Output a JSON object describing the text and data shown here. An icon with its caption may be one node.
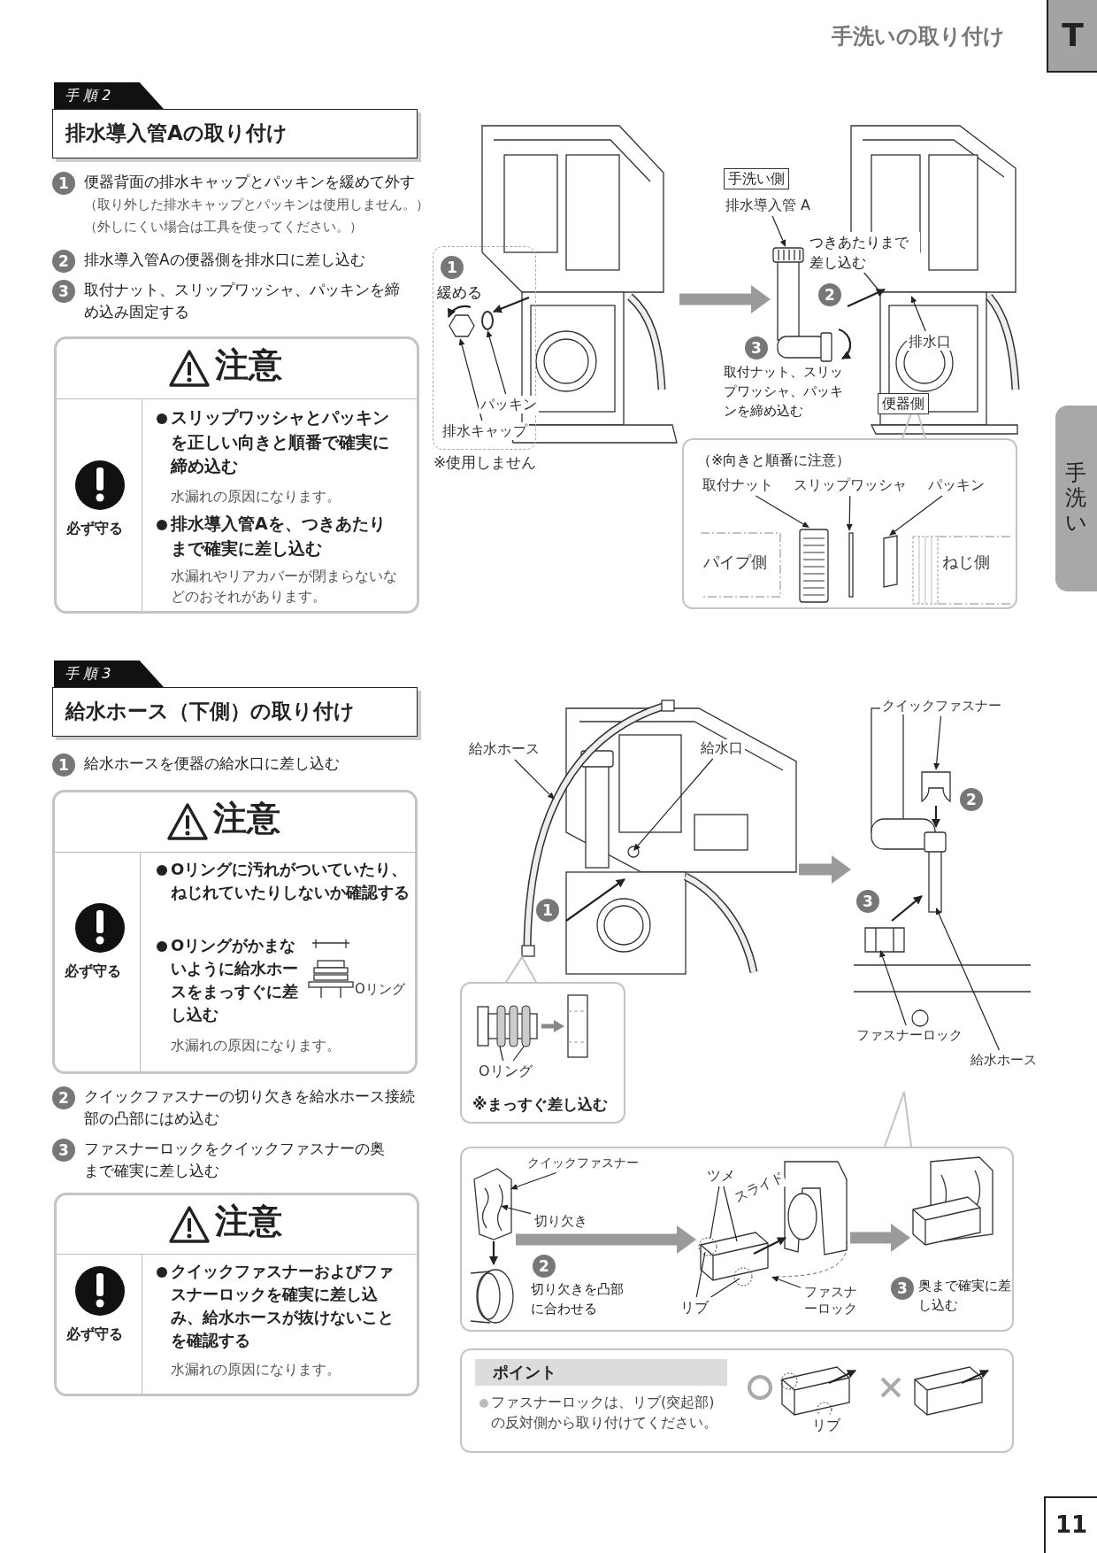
{
  "diagram": {
    "nodes": [
      {
        "text": [
          "T"
        ]
      },
      {
        "text": [
          "手洗い"
        ]
      },
      {
        "text": [
          "手 順 2"
        ]
      },
      {
        "text": [
          "排水導入管Aの取り付け"
        ]
      },
      {
        "text": [
          "1"
        ],
        "beside": [
          "便器背面の排水キャップとパッキンを緩めて外す",
          "（取り外した排水キャップとパッキンは使用しません。）",
          "（外しにくい場合は工具を使ってください。）"
        ]
      },
      {
        "text": [
          "2"
        ],
        "beside": [
          "排水導入管Aの便器側を排水口に差し込む"
        ]
      },
      {
        "text": [
          "3"
        ],
        "beside": [
          "取付ナット、スリップワッシャ、パッキンを締め込み固定する"
        ]
      },
      {
        "text": [
          "注意",
          "必ず守る",
          "スリップワッシャとパッキンを正しい向きと順番で確実に締め込む",
          "水漏れの原因になります。",
          "排水導入管Aを、つきあたりまで確実に差し込む",
          "水漏れやリアカバーが閉まらないなどのおそれがあります。"
        ]
      },
      {
        "text": [],
        "shape": "picture"
      },
      {
        "text": [],
        "shape": "box"
      },
      {
        "text": [
          "1"
        ],
        "beside": [
          "緩める"
        ],
        "in": 9
      },
      {
        "text": [
          "パッキン"
        ],
        "in": 9
      },
      {
        "text": [
          "排水キャップ"
        ],
        "in": 9
      },
      {
        "text": [],
        "shape": "picture"
      },
      {
        "text": [
          "手洗い側"
        ]
      },
      {
        "text": [
          "排水導入管 A"
        ]
      },
      {
        "text": [
          "2"
        ],
        "in": 13
      },
      {
        "text": [
          "排水口"
        ],
        "in": 13
      },
      {
        "text": [
          "3"
        ],
        "beside": [
          "取付ナット、スリップワッシャ、パッキンを締め込む"
        ]
      },
      {
        "text": [
          "便器側"
        ],
        "in": 13
      },
      {
        "text": [
          "（※向きと順番に注意）"
        ]
      },
      {
        "text": [
          "取付ナット"
        ],
        "in": 20
      },
      {
        "text": [
          "スリップワッシャ"
        ],
        "in": 20
      },
      {
        "text": [
          "パッキン"
        ],
        "in": 20
      },
      {
        "text": [
          "手 順 3"
        ]
      },
      {
        "text": [
          "給水ホース（下側）の取り付け"
        ]
      },
      {
        "text": [
          "1"
        ],
        "beside": [
          "給水ホースを便器の給水口に差し込む"
        ]
      },
      {
        "text": [
          "注意",
          "必ず守る",
          "Oリングに汚れがついていたり、ねじれていたりしないか確認する",
          "Oリングがかまないように給水ホースをまっすぐに差し込む",
          "Oリング",
          "水漏れの原因になります。"
        ]
      },
      {
        "text": [
          "2"
        ],
        "beside": [
          "クイックファスナーの切り欠きを給水ホース接続部の凸部にはめ込む"
        ]
      },
      {
        "text": [
          "3"
        ],
        "beside": [
          "ファスナーロックをクイックファスナーの奥まで確実に差し込む"
        ]
      },
      {
        "text": [
          "注意",
          "必ず守る",
          "クイックファスナーおよびファスナーロックを確実に差し込み、給水ホースが抜けないことを確認する",
          "水漏れの原因になります。"
        ]
      },
      {
        "text": [],
        "shape": "picture"
      },
      {
        "text": [
          "給水ホース"
        ]
      },
      {
        "text": [
          "給水口"
        ],
        "in": 31
      },
      {
        "text": [
          "1"
        ]
      },
      {
        "text": [],
        "shape": "picture"
      },
      {
        "text": [
          "クイックファスナー"
        ]
      },
      {
        "text": [
          "2"
        ],
        "in": 35
      },
      {
        "text": [
          "3"
        ],
        "in": 35
      },
      {
        "text": [
          "ファスナーロック"
        ]
      },
      {
        "text": [
          "給水ホース"
        ]
      },
      {
        "text": [
          "※まっすぐ差し込む"
        ]
      },
      {
        "text": [
          "Oリング"
        ],
        "in": 41
      },
      {
        "text": [],
        "shape": "box"
      },
      {
        "text": [],
        "shape": "picture",
        "in": 43
      },
      {
        "text": [
          "クイックファスナー"
        ],
        "in": 43
      },
      {
        "text": [
          "切り欠き"
        ],
        "in": 43
      },
      {
        "text": [
          "2"
        ],
        "beside": [
          "切り欠きを凸部に合わせる"
        ],
        "in": 43
      },
      {
        "text": [],
        "shape": "picture",
        "in": 43
      },
      {
        "text": [
          "ツメ"
        ],
        "in": 48
      },
      {
        "text": [
          "リブ"
        ],
        "in": 43
      },
      {
        "text": [
          "ファスナーロック"
        ],
        "in": 43
      },
      {
        "text": [],
        "shape": "picture",
        "in": 43
      },
      {
        "text": [
          "3"
        ],
        "beside": [
          "奥まで確実に差し込む"
        ],
        "in": 43
      },
      {
        "text": [
          "ポイント",
          "ファスナーロックは、リブ(突起部)の反対側から取り付けてください。"
        ]
      },
      {
        "text": [
          "11"
        ]
      },
      {
        "text": [],
        "shape": "picture",
        "in": 20
      },
      {
        "text": [],
        "shape": "box",
        "in": 20
      },
      {
        "text": [],
        "shape": "box",
        "in": 20
      },
      {
        "text": [],
        "shape": "picture",
        "in": 41
      }
    ],
    "edges": [
      {
        "from": 8,
        "to": 13,
        "arrow": "to",
        "style": "thick",
        "color": "#9a9a9a"
      },
      {
        "from": 11,
        "to": 8,
        "arrow": "to"
      },
      {
        "from": 12,
        "to": 8,
        "arrow": "to"
      },
      {
        "from": 15,
        "to": 13,
        "arrow": "to"
      },
      {
        "from": 17,
        "to": 13,
        "arrow": "to"
      },
      {
        "from": 21,
        "to": 56,
        "arrow": "to"
      },
      {
        "from": 22,
        "to": 57,
        "arrow": "to"
      },
      {
        "from": 23,
        "to": 58,
        "arrow": "to"
      },
      {
        "from": 31,
        "to": 35,
        "arrow": "to",
        "style": "thick",
        "color": "#9a9a9a"
      },
      {
        "from": 32,
        "to": 31,
        "arrow": "to"
      },
      {
        "from": 33,
        "to": 31,
        "arrow": "to"
      },
      {
        "from": 36,
        "to": 35,
        "arrow": "to"
      },
      {
        "from": 39,
        "to": 35,
        "arrow": "to"
      },
      {
        "from": 40,
        "to": 35,
        "arrow": "to"
      },
      {
        "from": 42,
        "to": 59,
        "arrow": "none"
      },
      {
        "from": 42,
        "to": 59,
        "arrow": "none"
      },
      {
        "from": 44,
        "to": 48,
        "arrow": "to",
        "style": "thick",
        "color": "#9a9a9a"
      },
      {
        "from": 48,
        "to": 52,
        "arrow": "to",
        "style": "thick",
        "color": "#9a9a9a"
      },
      {
        "from": 45,
        "to": 44,
        "arrow": "to"
      },
      {
        "from": 46,
        "to": 44,
        "arrow": "to"
      },
      {
        "from": 49,
        "to": 48,
        "arrow": "none"
      },
      {
        "from": 49,
        "to": 48,
        "arrow": "none"
      },
      {
        "from": 50,
        "to": 48,
        "arrow": "none"
      },
      {
        "from": 50,
        "to": 48,
        "arrow": "none"
      },
      {
        "from": 51,
        "to": 48,
        "arrow": "to"
      }
    ],
    "labels": [
      "手洗いの取り付け",
      "つきあたりまで差し込む",
      "※使用しません",
      "パイプ側",
      "ねじ側",
      "スライド",
      "リブ"
    ]
  }
}
